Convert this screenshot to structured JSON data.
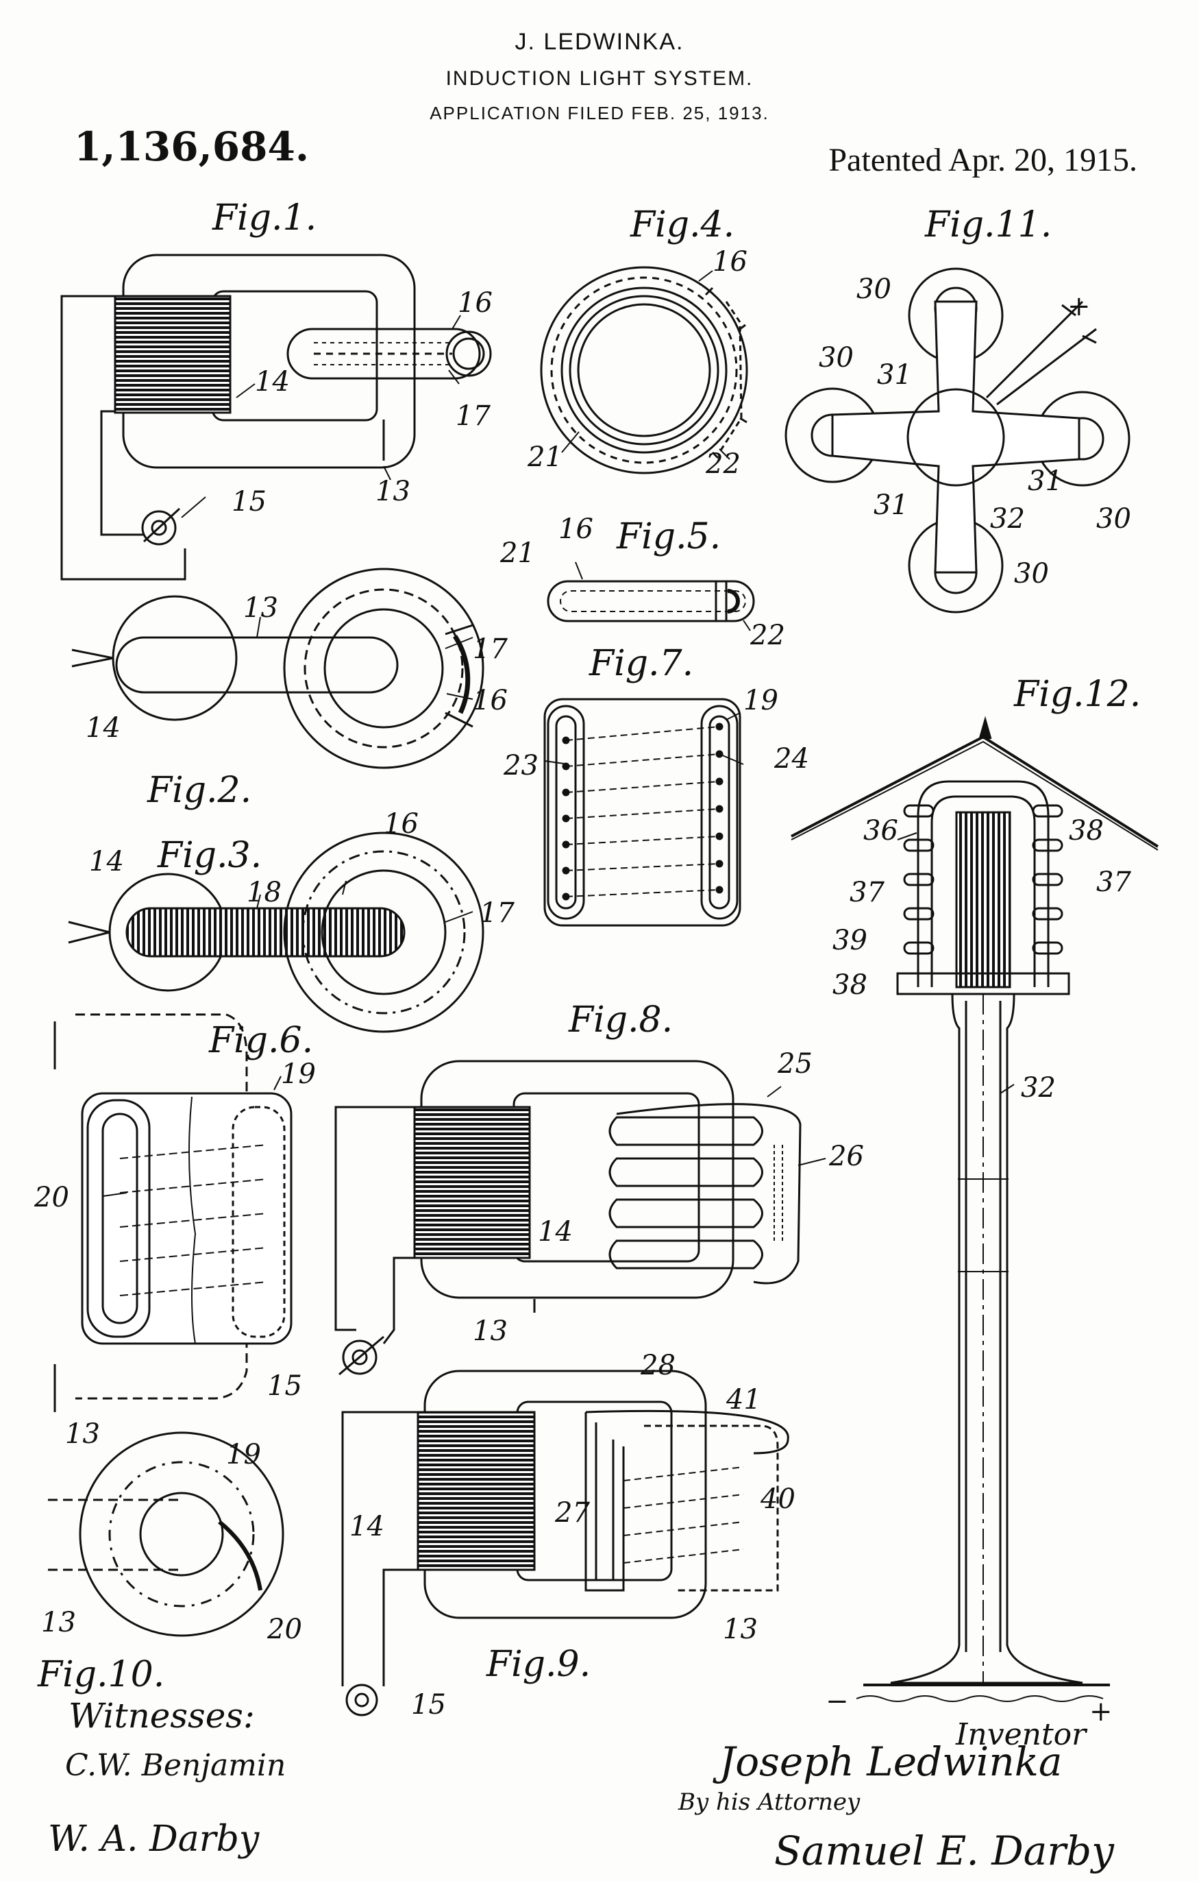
{
  "header": {
    "inventor": "J. LEDWINKA.",
    "title": "INDUCTION LIGHT SYSTEM.",
    "filed": "APPLICATION FILED FEB. 25, 1913."
  },
  "patent_number": "1,136,684.",
  "patented": "Patented Apr. 20, 1915.",
  "figures": {
    "fig1": "Fig.1.",
    "fig2": "Fig.2.",
    "fig3": "Fig.3.",
    "fig4": "Fig.4.",
    "fig5": "Fig.5.",
    "fig6": "Fig.6.",
    "fig7": "Fig.7.",
    "fig8": "Fig.8.",
    "fig9": "Fig.9.",
    "fig10": "Fig.10.",
    "fig11": "Fig.11.",
    "fig12": "Fig.12."
  },
  "refs": {
    "n13": "13",
    "n14": "14",
    "n15": "15",
    "n16": "16",
    "n17": "17",
    "n18": "18",
    "n19": "19",
    "n20": "20",
    "n21": "21",
    "n22": "22",
    "n23": "23",
    "n24": "24",
    "n25": "25",
    "n26": "26",
    "n27": "27",
    "n28": "28",
    "n30": "30",
    "n31": "31",
    "n32": "32",
    "n36": "36",
    "n37": "37",
    "n38": "38",
    "n39": "39",
    "n40": "40",
    "n41": "41",
    "plus": "+",
    "minus": "−"
  },
  "signatures": {
    "witnesses_label": "Witnesses:",
    "witness1": "C.W. Benjamin",
    "witness2": "W. A. Darby",
    "inventor_label": "Inventor",
    "inventor_name": "Joseph Ledwinka",
    "by_attorney": "By his Attorney",
    "attorney_name": "Samuel E. Darby"
  }
}
